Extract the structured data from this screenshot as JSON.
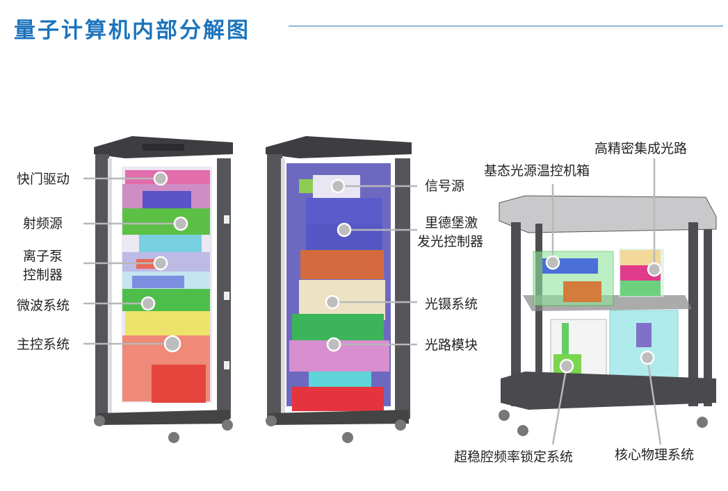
{
  "title": "量子计算机内部分解图",
  "left_cabinet": {
    "labels": [
      "快门驱动",
      "射频源",
      "离子泵",
      "控制器",
      "微波系统",
      "主控系统"
    ]
  },
  "middle_cabinet": {
    "labels": [
      "信号源",
      "里德堡激",
      "发光控制器",
      "光镊系统",
      "光路模块"
    ]
  },
  "right_table": {
    "labels": [
      "高精密集成光路",
      "基态光源温控机箱",
      "超稳腔频率锁定系统",
      "核心物理系统"
    ]
  },
  "colors": {
    "title": "#1c74bd",
    "callout_dot": "#bdbdbd",
    "frame": "#4a4a4e"
  }
}
